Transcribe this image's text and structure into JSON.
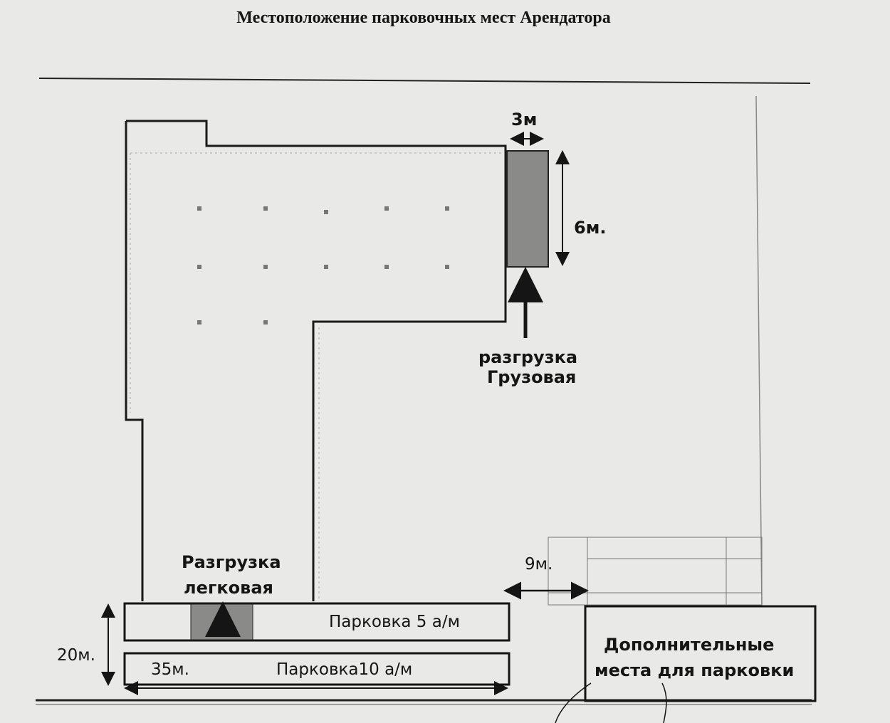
{
  "title": "Местоположение парковочных мест Арендатора",
  "labels": {
    "dock_width": "3м",
    "dock_length": "6м.",
    "truck_unloading_line1": "разгрузка",
    "truck_unloading_line2": "Грузовая",
    "car_unloading_line1": "Разгрузка",
    "car_unloading_line2": "легковая",
    "parking_5": "Парковка 5 а/м",
    "parking_10": "Парковка10 а/м",
    "width_35": "35м.",
    "depth_20": "20м.",
    "gap_9": "9м.",
    "extra_parking_line1": "Дополнительные",
    "extra_parking_line2": "места для парковки"
  },
  "colors": {
    "ink": "#151515",
    "paper": "#e9e9e7",
    "shade": "#8a8a88"
  }
}
